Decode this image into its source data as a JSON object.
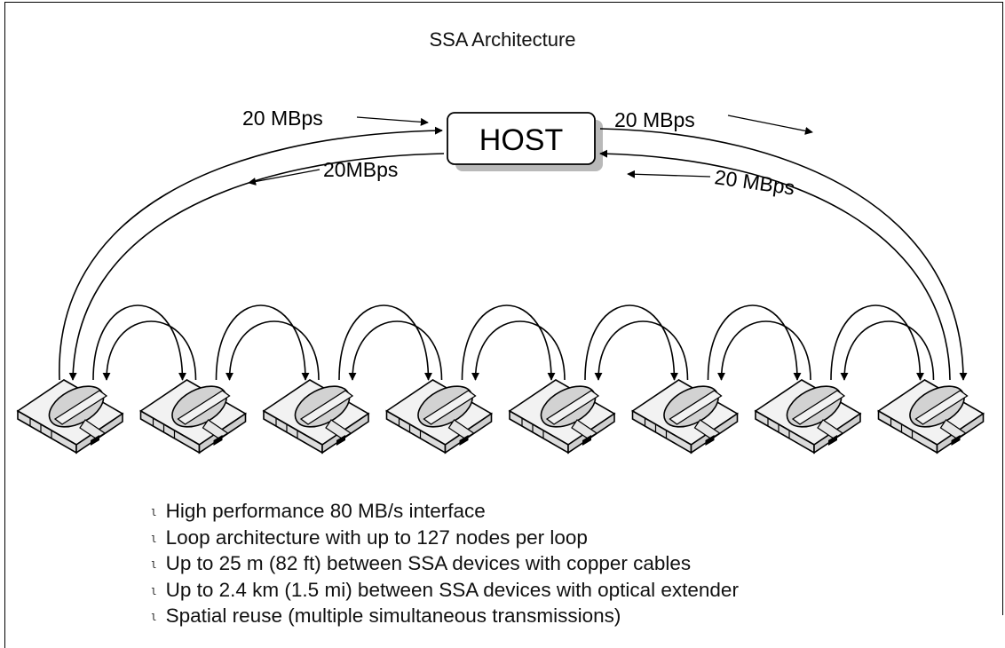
{
  "title": "SSA Architecture",
  "host": {
    "label": "HOST"
  },
  "links": {
    "left_in": "20 MBps",
    "left_out": "20MBps",
    "right_out": "20 MBps",
    "right_in": "20 MBps"
  },
  "devices": {
    "count": 8,
    "icon": "disk-drive-icon"
  },
  "bullet_marker": "l",
  "bullets": [
    "High performance 80 MB/s interface",
    "Loop architecture with up to 127 nodes per loop",
    "Up to 25 m (82 ft) between SSA devices with copper cables",
    "Up to 2.4 km (1.5 mi) between SSA devices with optical extender",
    "Spatial reuse (multiple simultaneous transmissions)"
  ]
}
